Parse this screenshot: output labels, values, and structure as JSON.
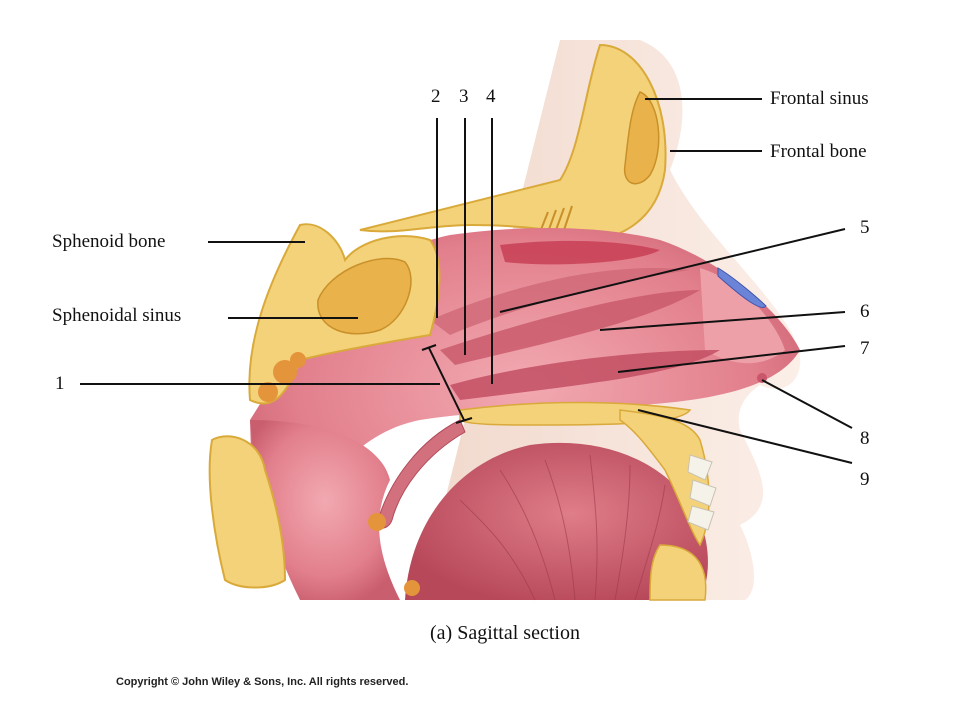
{
  "labels": {
    "frontal_sinus": "Frontal sinus",
    "frontal_bone": "Frontal bone",
    "sphenoid_bone": "Sphenoid bone",
    "sphenoidal_sinus": "Sphenoidal sinus"
  },
  "numbers": {
    "n1": "1",
    "n2": "2",
    "n3": "3",
    "n4": "4",
    "n5": "5",
    "n6": "6",
    "n7": "7",
    "n8": "8",
    "n9": "9"
  },
  "caption": "(a) Sagittal section",
  "copyright": "Copyright © John Wiley & Sons, Inc. All rights reserved.",
  "colors": {
    "bone": "#f3d27a",
    "bone_edge": "#d9a93a",
    "sinus": "#e9b24a",
    "mucosa": "#e58a95",
    "mucosa_dark": "#c9566a",
    "skin": "#f7e6dc",
    "tongue": "#c85a67",
    "leader": "#111111"
  }
}
